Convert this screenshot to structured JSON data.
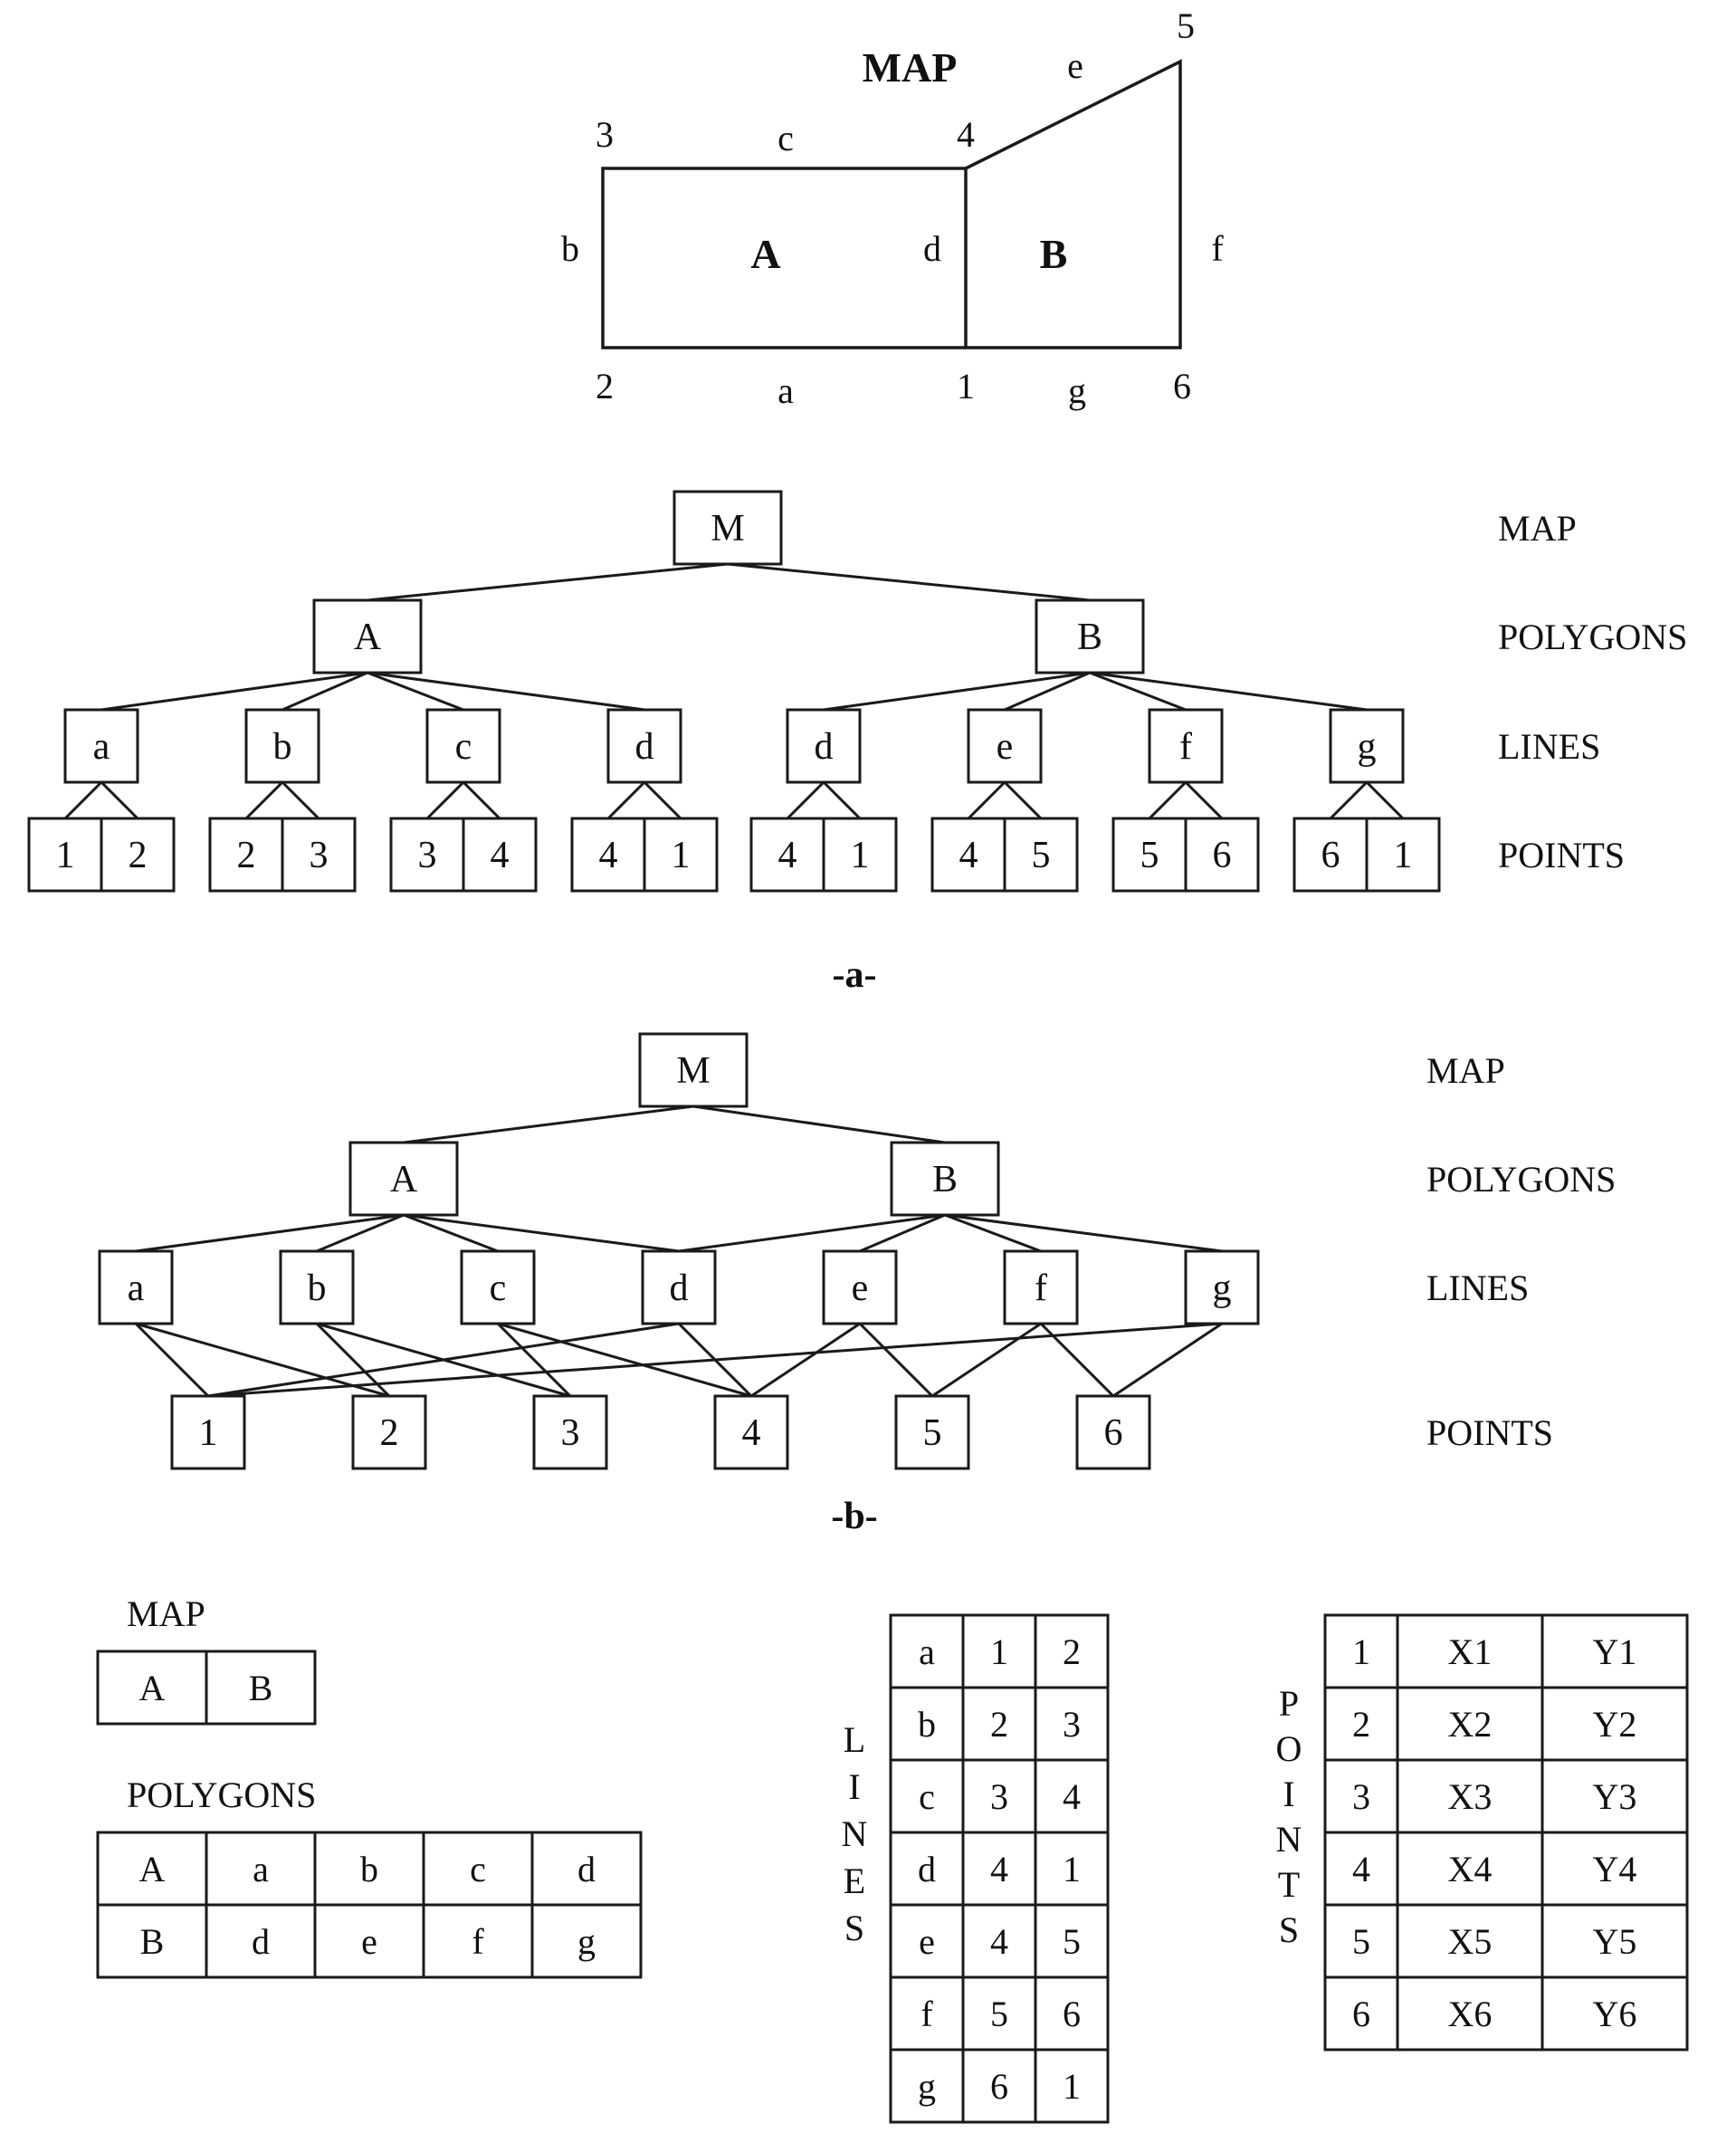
{
  "map_figure": {
    "title": "MAP",
    "polygon_labels": [
      "A",
      "B"
    ],
    "line_labels": [
      "a",
      "b",
      "c",
      "d",
      "e",
      "f",
      "g"
    ],
    "point_labels": [
      "1",
      "2",
      "3",
      "4",
      "5",
      "6"
    ]
  },
  "level_labels": [
    "MAP",
    "POLYGONS",
    "LINES",
    "POINTS"
  ],
  "tree_a": {
    "caption": "-a-",
    "root": "M",
    "polygons": [
      {
        "name": "A",
        "lines": [
          {
            "name": "a",
            "points": [
              "1",
              "2"
            ]
          },
          {
            "name": "b",
            "points": [
              "2",
              "3"
            ]
          },
          {
            "name": "c",
            "points": [
              "3",
              "4"
            ]
          },
          {
            "name": "d",
            "points": [
              "4",
              "1"
            ]
          }
        ]
      },
      {
        "name": "B",
        "lines": [
          {
            "name": "d",
            "points": [
              "4",
              "1"
            ]
          },
          {
            "name": "e",
            "points": [
              "4",
              "5"
            ]
          },
          {
            "name": "f",
            "points": [
              "5",
              "6"
            ]
          },
          {
            "name": "g",
            "points": [
              "6",
              "1"
            ]
          }
        ]
      }
    ]
  },
  "tree_b": {
    "caption": "-b-",
    "root": "M",
    "polygons": [
      {
        "name": "A",
        "lines": [
          "a",
          "b",
          "c",
          "d"
        ]
      },
      {
        "name": "B",
        "lines": [
          "d",
          "e",
          "f",
          "g"
        ]
      }
    ],
    "lines": [
      {
        "name": "a",
        "points": [
          "1",
          "2"
        ]
      },
      {
        "name": "b",
        "points": [
          "2",
          "3"
        ]
      },
      {
        "name": "c",
        "points": [
          "3",
          "4"
        ]
      },
      {
        "name": "d",
        "points": [
          "4",
          "1"
        ]
      },
      {
        "name": "e",
        "points": [
          "4",
          "5"
        ]
      },
      {
        "name": "f",
        "points": [
          "5",
          "6"
        ]
      },
      {
        "name": "g",
        "points": [
          "6",
          "1"
        ]
      }
    ],
    "points": [
      "1",
      "2",
      "3",
      "4",
      "5",
      "6"
    ]
  },
  "tables": {
    "map": {
      "title": "MAP",
      "cells": [
        "A",
        "B"
      ]
    },
    "polygons": {
      "title": "POLYGONS",
      "rows": [
        [
          "A",
          "a",
          "b",
          "c",
          "d"
        ],
        [
          "B",
          "d",
          "e",
          "f",
          "g"
        ]
      ]
    },
    "lines": {
      "title": "LINES",
      "rows": [
        [
          "a",
          "1",
          "2"
        ],
        [
          "b",
          "2",
          "3"
        ],
        [
          "c",
          "3",
          "4"
        ],
        [
          "d",
          "4",
          "1"
        ],
        [
          "e",
          "4",
          "5"
        ],
        [
          "f",
          "5",
          "6"
        ],
        [
          "g",
          "6",
          "1"
        ]
      ]
    },
    "points": {
      "title": "POINTS",
      "rows": [
        [
          "1",
          "X1",
          "Y1"
        ],
        [
          "2",
          "X2",
          "Y2"
        ],
        [
          "3",
          "X3",
          "Y3"
        ],
        [
          "4",
          "X4",
          "Y4"
        ],
        [
          "5",
          "X5",
          "Y5"
        ],
        [
          "6",
          "X6",
          "Y6"
        ]
      ]
    }
  }
}
